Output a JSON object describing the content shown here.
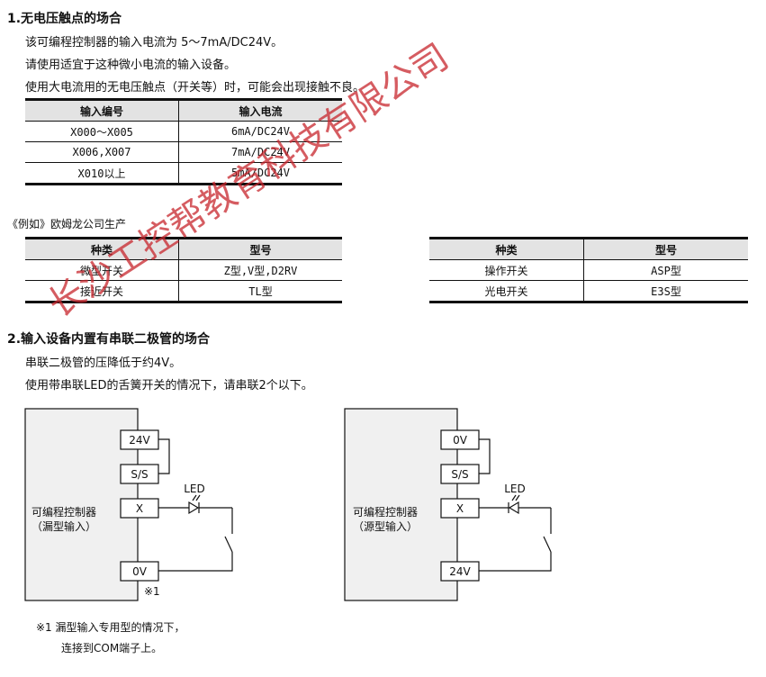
{
  "section1": {
    "title": "1.无电压触点的场合",
    "lines": [
      "该可编程控制器的输入电流为 5～7mA/DC24V。",
      "请使用适宜于这种微小电流的输入设备。",
      "使用大电流用的无电压触点（开关等）时，可能会出现接触不良。"
    ],
    "current_table": {
      "headers": [
        "输入编号",
        "输入电流"
      ],
      "rows": [
        [
          "X000～X005",
          "6mA/DC24V"
        ],
        [
          "X006,X007",
          "7mA/DC24V"
        ],
        [
          "X010以上",
          "5mA/DC24V"
        ]
      ]
    },
    "example_label": "《例如》欧姆龙公司生产",
    "omron_table_left": {
      "headers": [
        "种类",
        "型号"
      ],
      "rows": [
        [
          "微型开关",
          "Z型,V型,D2RV"
        ],
        [
          "接近开关",
          "TL型"
        ]
      ]
    },
    "omron_table_right": {
      "headers": [
        "种类",
        "型号"
      ],
      "rows": [
        [
          "操作开关",
          "ASP型"
        ],
        [
          "光电开关",
          "E3S型"
        ]
      ]
    }
  },
  "section2": {
    "title": "2.输入设备内置有串联二极管的场合",
    "lines": [
      "串联二极管的压降低于约4V。",
      "使用带串联LED的舌簧开关的情况下，请串联2个以下。"
    ]
  },
  "diagram_left": {
    "plc_line1": "可编程控制器",
    "plc_line2": "（漏型输入）",
    "terminals": [
      "24V",
      "S/S",
      "X",
      "0V"
    ],
    "led_label": "LED",
    "mark": "※1"
  },
  "diagram_right": {
    "plc_line1": "可编程控制器",
    "plc_line2": "（源型输入）",
    "terminals": [
      "0V",
      "S/S",
      "X",
      "24V"
    ],
    "led_label": "LED"
  },
  "footnote": {
    "line1": "※1 漏型输入专用型的情况下，",
    "line2": "连接到COM端子上。"
  },
  "watermark": "长沙工控帮教育科技有限公司",
  "colors": {
    "watermark": "#c8262d",
    "header_bg": "#e3e3e3"
  }
}
